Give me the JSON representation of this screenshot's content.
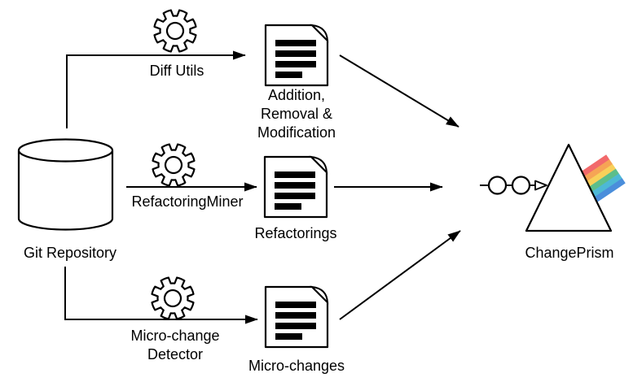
{
  "diagram": {
    "source": {
      "label": "Git Repository"
    },
    "pipelines": [
      {
        "tool": "Diff Utils",
        "output": "Addition,\nRemoval &\nModification"
      },
      {
        "tool": "RefactoringMiner",
        "output": "Refactorings"
      },
      {
        "tool": "Micro-change\nDetector",
        "output": "Micro-changes"
      }
    ],
    "sink": {
      "label": "ChangePrism"
    },
    "icons": {
      "source": "database-cylinder-icon",
      "tool": "gear-icon",
      "output": "document-icon",
      "beam": "beam-circles-icon",
      "sink": "prism-rainbow-icon"
    },
    "colors": {
      "stroke": "#000000",
      "rainbow": [
        "#F2696B",
        "#F6A455",
        "#F8D05A",
        "#5CBE8B",
        "#4DB8D6",
        "#4A8EDB"
      ]
    }
  }
}
